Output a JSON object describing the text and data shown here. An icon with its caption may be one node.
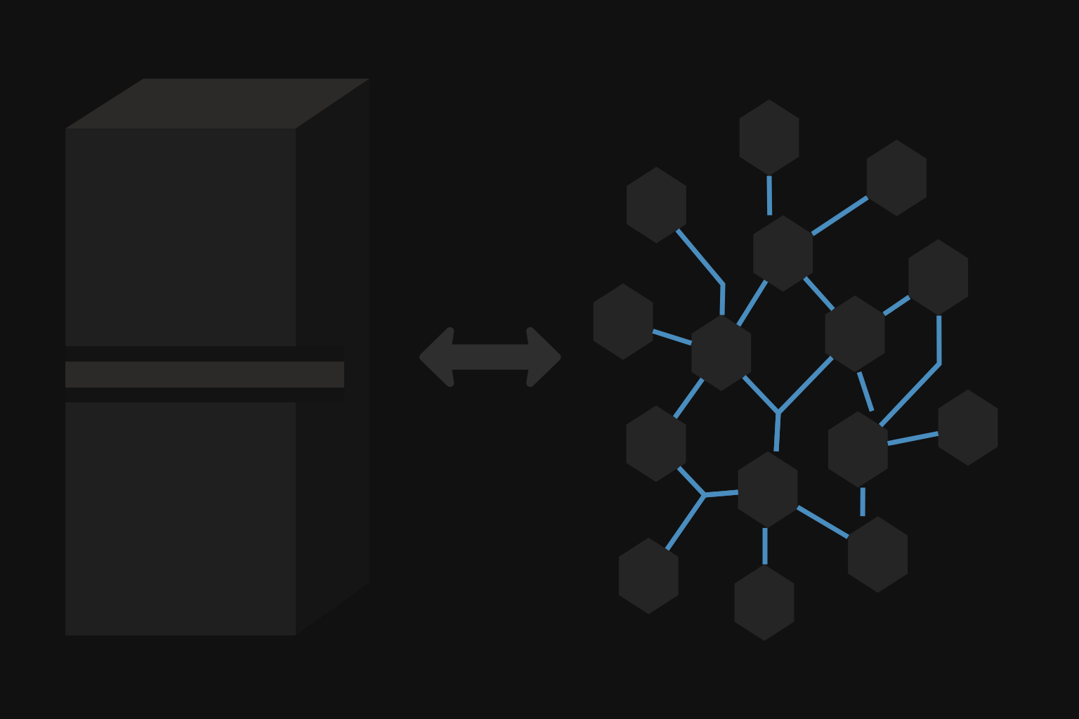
{
  "diagram": {
    "nodes": [
      {
        "text": [],
        "shape": "box"
      },
      {
        "text": [],
        "shape": "hexagon"
      },
      {
        "text": [],
        "shape": "hexagon"
      },
      {
        "text": [],
        "shape": "hexagon"
      },
      {
        "text": [],
        "shape": "hexagon"
      },
      {
        "text": [],
        "shape": "hexagon"
      },
      {
        "text": [],
        "shape": "hexagon"
      },
      {
        "text": [],
        "shape": "hexagon"
      },
      {
        "text": [],
        "shape": "hexagon"
      },
      {
        "text": [],
        "shape": "hexagon"
      },
      {
        "text": [],
        "shape": "hexagon"
      },
      {
        "text": [],
        "shape": "hexagon"
      },
      {
        "text": [],
        "shape": "hexagon"
      },
      {
        "text": [],
        "shape": "hexagon"
      },
      {
        "text": [],
        "shape": "hexagon"
      },
      {
        "text": [],
        "shape": "hexagon"
      }
    ],
    "edges": [
      {
        "from": 0,
        "to": 6,
        "arrow": "both",
        "style": "thick",
        "color": "#2e2e2e"
      },
      {
        "from": 1,
        "to": 4,
        "arrow": "none"
      },
      {
        "from": 2,
        "to": 4,
        "arrow": "none"
      },
      {
        "from": 3,
        "to": 7,
        "arrow": "none"
      },
      {
        "from": 4,
        "to": 7,
        "arrow": "none"
      },
      {
        "from": 4,
        "to": 8,
        "arrow": "none"
      },
      {
        "from": 6,
        "to": 7,
        "arrow": "none"
      },
      {
        "from": 8,
        "to": 5,
        "arrow": "none"
      },
      {
        "from": 5,
        "to": 11,
        "arrow": "none"
      },
      {
        "from": 7,
        "to": 12,
        "arrow": "none"
      },
      {
        "from": 8,
        "to": 12,
        "arrow": "none"
      },
      {
        "from": 8,
        "to": 11,
        "arrow": "none"
      },
      {
        "from": 7,
        "to": 9,
        "arrow": "none"
      },
      {
        "from": 9,
        "to": 12,
        "arrow": "none"
      },
      {
        "from": 13,
        "to": 12,
        "arrow": "none"
      },
      {
        "from": 11,
        "to": 10,
        "arrow": "none"
      },
      {
        "from": 11,
        "to": 14,
        "arrow": "none"
      },
      {
        "from": 12,
        "to": 15,
        "arrow": "none"
      },
      {
        "from": 12,
        "to": 14,
        "arrow": "none"
      }
    ]
  }
}
